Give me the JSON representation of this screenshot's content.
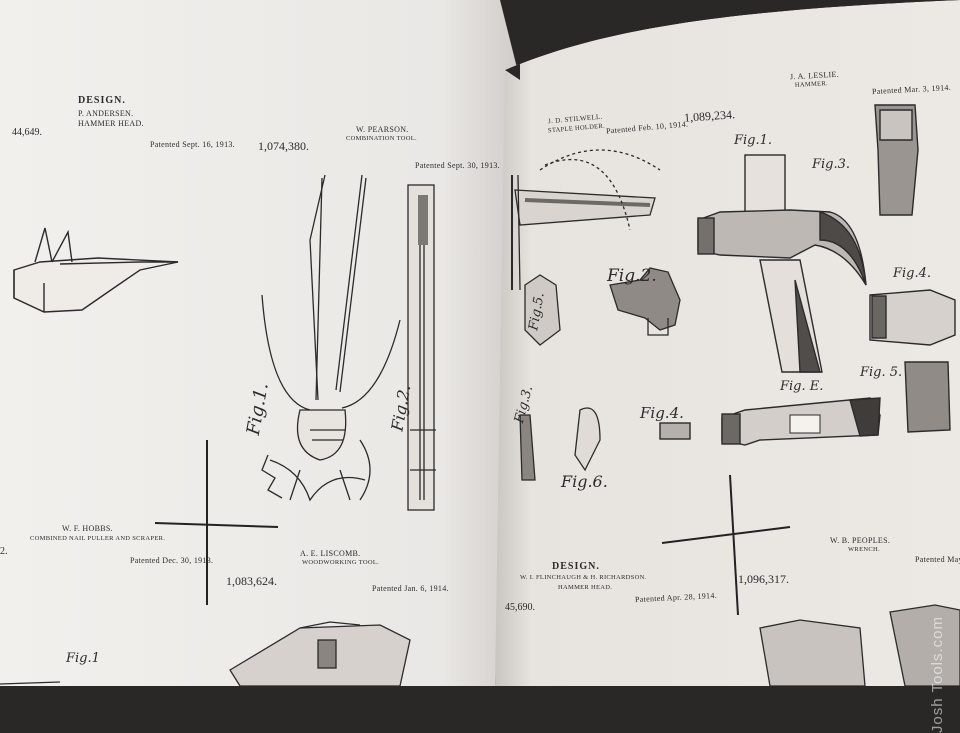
{
  "left_page": {
    "header_design": "DESIGN.",
    "design_inventor": "P. ANDERSEN.",
    "design_subject": "HAMMER HEAD.",
    "design_number": "44,649.",
    "design_date": "Patented Sept. 16, 1913.",
    "pearson_number": "1,074,380.",
    "pearson_inventor": "W. PEARSON.",
    "pearson_subject": "COMBINATION TOOL.",
    "pearson_date": "Patented Sept. 30, 1913.",
    "fig1_label": "Fig.1.",
    "fig2_label": "Fig.2.",
    "hobbs_inventor": "W. F. HOBBS.",
    "hobbs_subject": "COMBINED NAIL PULLER AND SCRAPER.",
    "hobbs_date": "Patented Dec. 30, 1913.",
    "liscomb_inventor": "A. E. LISCOMB.",
    "liscomb_subject": "WOODWORKING TOOL.",
    "liscomb_number": "1,083,624.",
    "liscomb_date": "Patented Jan. 6, 1914.",
    "bottom_fig": "Fig.1",
    "edge_number": "2."
  },
  "right_page": {
    "stilwell_inventor": "J. D. STILWELL.",
    "stilwell_subject": "STAPLE HOLDER.",
    "stilwell_date": "Patented Feb. 10, 1914.",
    "stilwell_number": "1,089,234.",
    "leslie_inventor": "J. A. LESLIE.",
    "leslie_subject": "HAMMER.",
    "leslie_date": "Patented Mar. 3, 1914.",
    "fig1": "Fig.1.",
    "fig2": "Fig.2.",
    "fig3": "Fig.3.",
    "fig4": "Fig.4.",
    "fig5": "Fig.5.",
    "fig6": "Fig.6.",
    "fig_e": "Fig. E.",
    "fig4b": "Fig.4.",
    "fig5b": "Fig. 5.",
    "fig3b": "Fig.3.",
    "design_header": "DESIGN.",
    "design_inventors": "W. I. FLINCHAUGH & H. RICHARDSON.",
    "design_subject": "HAMMER HEAD.",
    "design_number": "45,690.",
    "design_date": "Patented Apr. 28, 1914.",
    "peoples_number": "1,096,317.",
    "peoples_inventor": "W. B. PEOPLES.",
    "peoples_subject": "WRENCH.",
    "peoples_date": "Patented May"
  },
  "watermark": "Josh Tools.com",
  "colors": {
    "paper_left": "#f1efec",
    "paper_right": "#ebe7e3",
    "ink": "#2b2b2b",
    "background": "#2a2727"
  }
}
